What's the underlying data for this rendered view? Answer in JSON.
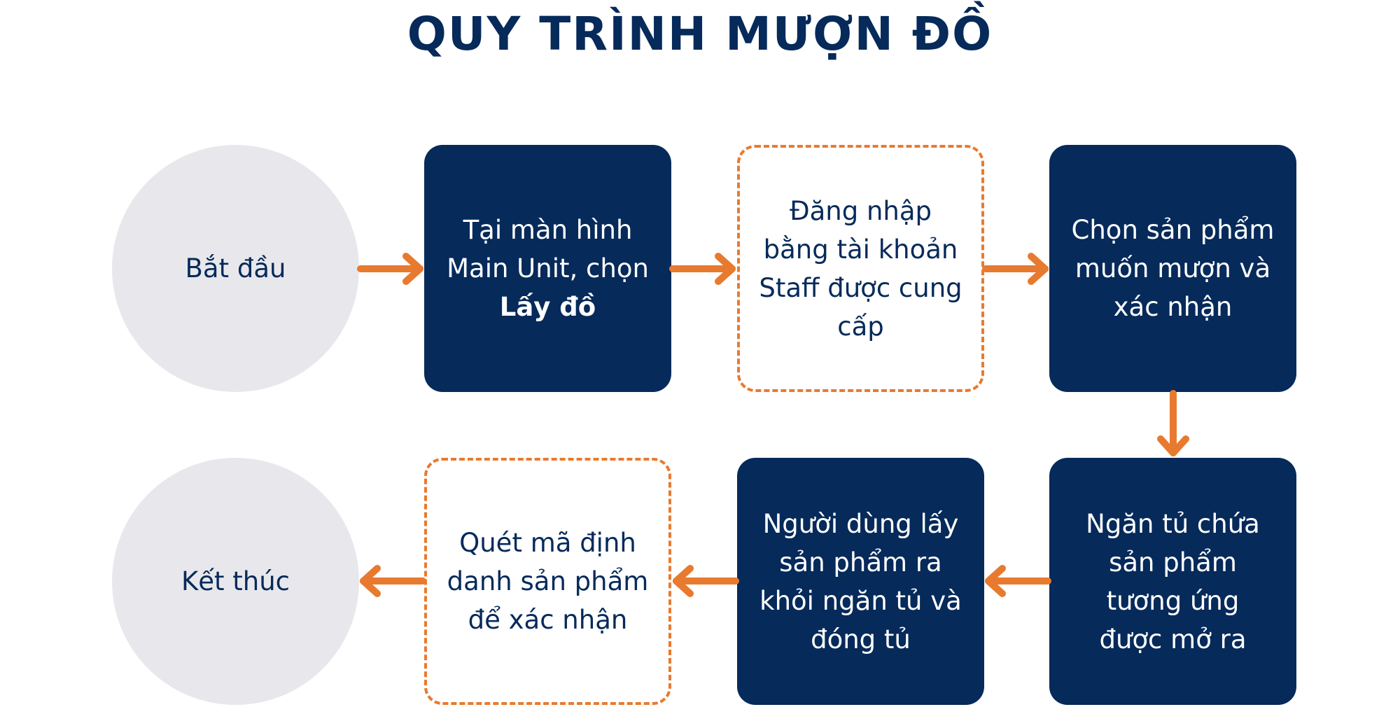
{
  "title": "QUY TRÌNH MƯỢN ĐỒ",
  "nodes": {
    "start": {
      "text": "Bắt đầu"
    },
    "step1": {
      "text": "Tại màn hình\nMain Unit, chọn",
      "bold": "Lấy đồ"
    },
    "step2": {
      "text": "Đăng nhập\nbằng tài khoản\nStaff được cung\ncấp"
    },
    "step3": {
      "text": "Chọn sản phẩm\nmuốn mượn và\nxác nhận"
    },
    "step4": {
      "text": "Ngăn tủ chứa\nsản phẩm\ntương ứng\nđược mở ra"
    },
    "step5": {
      "text": "Người dùng lấy\nsản phẩm ra\nkhỏi ngăn tủ và\nđóng tủ"
    },
    "step6": {
      "text": "Quét mã định\ndanh sản phẩm\nđể xác nhận"
    },
    "end": {
      "text": "Kết thúc"
    }
  },
  "colors": {
    "navy": "#062a5a",
    "orange": "#e87a2f",
    "circle_fill": "#e8e8ec"
  }
}
